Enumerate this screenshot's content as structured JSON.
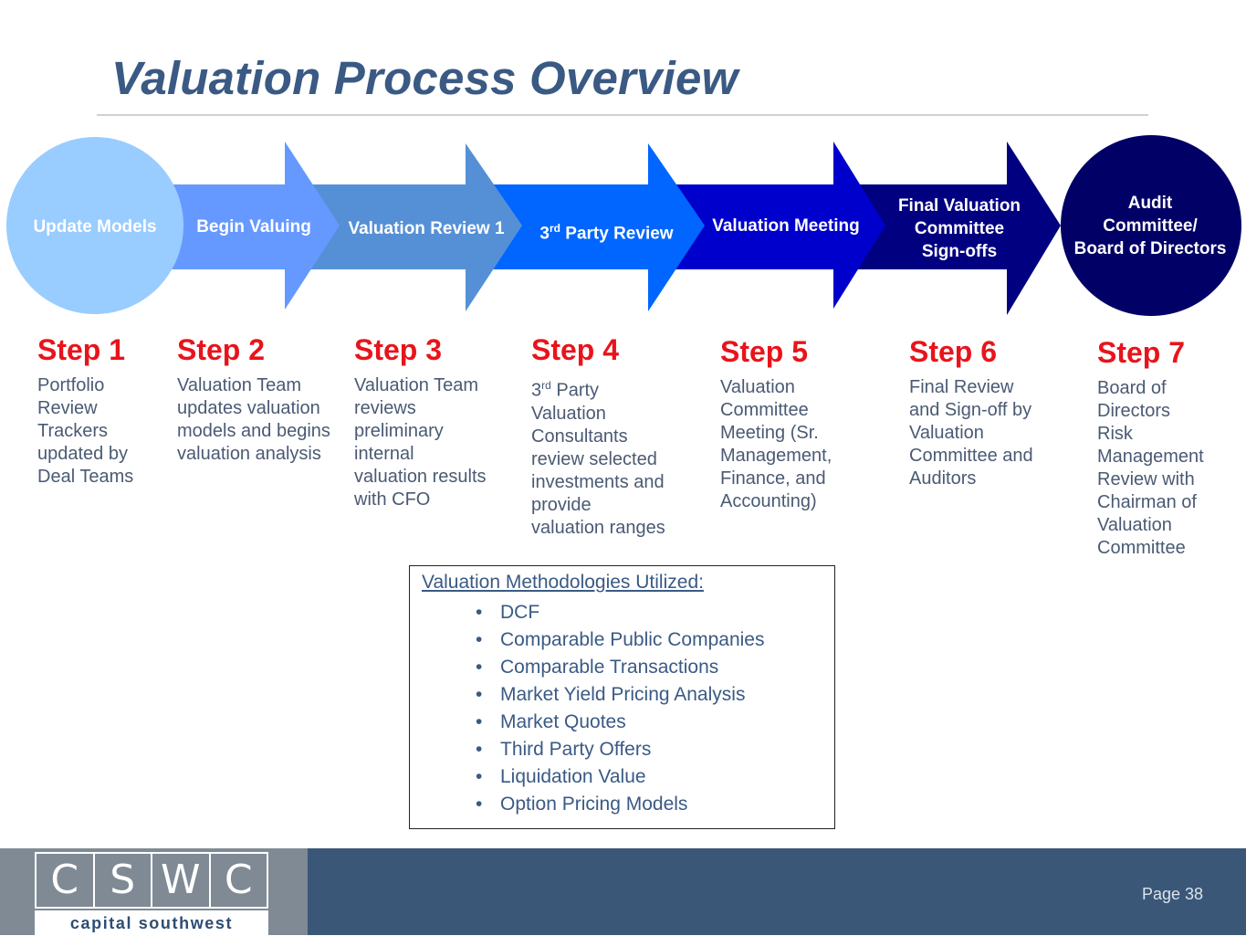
{
  "title": "Valuation Process Overview",
  "flow": [
    {
      "label": "Update Models",
      "color": "#99ccff",
      "shape": "circle"
    },
    {
      "label": "Begin Valuing",
      "color": "#6699ff",
      "shape": "arrow"
    },
    {
      "label": "Valuation Review 1",
      "color": "#5590d6",
      "shape": "arrow"
    },
    {
      "label_prefix": "3",
      "label_sup": "rd",
      "label_rest": " Party Review",
      "color": "#0066ff",
      "shape": "arrow"
    },
    {
      "label": "Valuation Meeting",
      "color": "#0000cc",
      "shape": "arrow"
    },
    {
      "label_lines": [
        "Final Valuation",
        "Committee",
        "Sign-offs"
      ],
      "color": "#000080",
      "shape": "arrow"
    },
    {
      "label_lines": [
        "Audit",
        "Committee/",
        "Board of Directors"
      ],
      "color": "#000066",
      "shape": "circle"
    }
  ],
  "steps": [
    {
      "title": "Step 1",
      "desc": "Portfolio\nReview\nTrackers\nupdated by\nDeal Teams"
    },
    {
      "title": "Step 2",
      "desc": "Valuation Team\nupdates valuation\nmodels and begins\nvaluation analysis"
    },
    {
      "title": "Step 3",
      "desc": "Valuation Team\nreviews\npreliminary\ninternal\nvaluation results\nwith CFO"
    },
    {
      "title": "Step 4",
      "desc_prefix": "3",
      "desc_sup": "rd",
      "desc_rest": " Party\nValuation\nConsultants\nreview selected\ninvestments and\nprovide\nvaluation ranges"
    },
    {
      "title": "Step 5",
      "desc": "Valuation\nCommittee\nMeeting (Sr.\nManagement,\nFinance, and\nAccounting)"
    },
    {
      "title": "Step 6",
      "desc": "Final Review\nand Sign-off by\nValuation\nCommittee and\nAuditors"
    },
    {
      "title": "Step 7",
      "desc": "Board of\nDirectors\nRisk\nManagement\nReview with\nChairman of\nValuation\nCommittee"
    }
  ],
  "methodologies": {
    "heading": "Valuation Methodologies Utilized:",
    "bullet": "•",
    "items": [
      "DCF",
      "Comparable Public Companies",
      "Comparable Transactions",
      "Market Yield Pricing Analysis",
      "Market Quotes",
      "Third Party Offers",
      "Liquidation Value",
      "Option Pricing Models"
    ]
  },
  "footer": {
    "logo_letters": [
      "C",
      "S",
      "W",
      "C"
    ],
    "logo_subtitle": "capital southwest",
    "page_label": "Page 38"
  },
  "colors": {
    "title": "#3a5a84",
    "step_title": "#e8141b",
    "body_text": "#4a5a73",
    "footer_bar": "#3a5778",
    "footer_logo_panel": "#7f8a95"
  }
}
